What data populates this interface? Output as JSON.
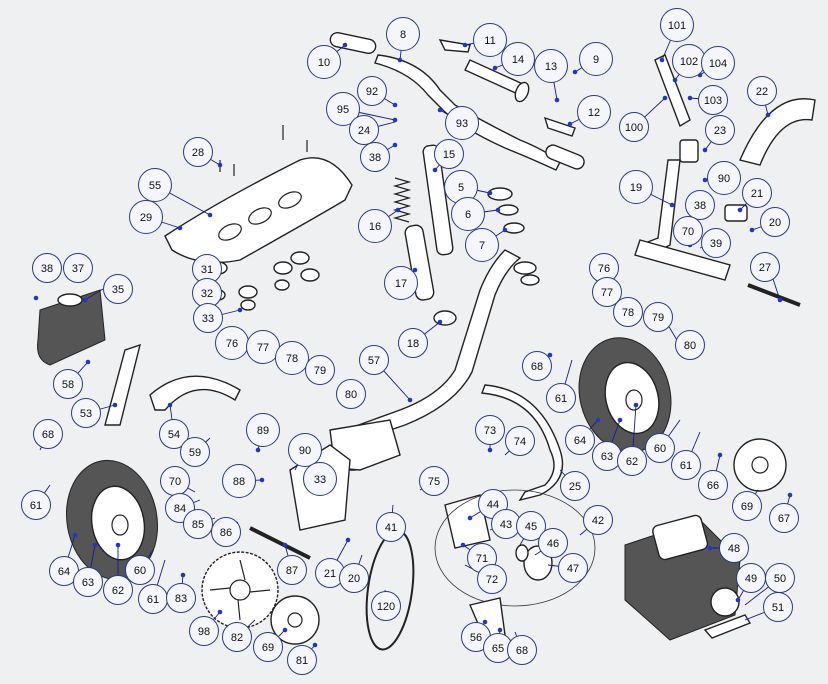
{
  "labels": [
    "10",
    "8",
    "11",
    "14",
    "9",
    "13",
    "12",
    "101",
    "102",
    "104",
    "103",
    "100",
    "22",
    "23",
    "92",
    "95",
    "93",
    "24",
    "38",
    "15",
    "28",
    "55",
    "29",
    "5",
    "6",
    "7",
    "16",
    "17",
    "19",
    "90",
    "38",
    "21",
    "20",
    "70",
    "39",
    "31",
    "32",
    "33",
    "38",
    "37",
    "35",
    "58",
    "53",
    "54",
    "76",
    "77",
    "78",
    "79",
    "80",
    "57",
    "18",
    "76",
    "77",
    "78",
    "79",
    "80",
    "27",
    "68",
    "61",
    "64",
    "63",
    "62",
    "60",
    "61",
    "66",
    "69",
    "67",
    "68",
    "61",
    "64",
    "63",
    "62",
    "60",
    "61",
    "83",
    "59",
    "89",
    "90",
    "88",
    "33",
    "70",
    "84",
    "85",
    "86",
    "87",
    "98",
    "82",
    "69",
    "81",
    "21",
    "20",
    "73",
    "74",
    "75",
    "25",
    "41",
    "44",
    "43",
    "45",
    "46",
    "47",
    "71",
    "72",
    "42",
    "48",
    "49",
    "50",
    "51",
    "120",
    "56",
    "65",
    "68"
  ]
}
